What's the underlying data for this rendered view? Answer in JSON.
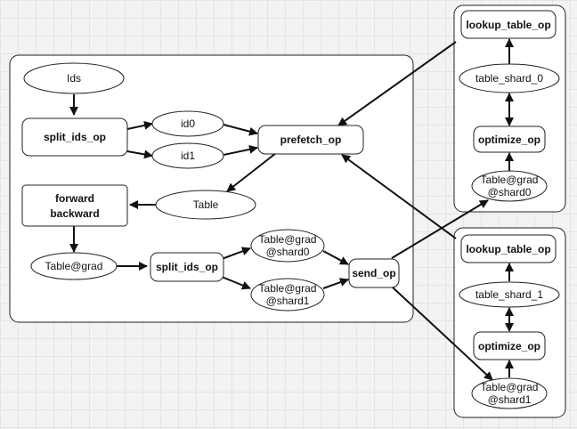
{
  "nodes": {
    "ids": "Ids",
    "split_ids_op_1": "split_ids_op",
    "id0": "id0",
    "id1": "id1",
    "prefetch_op": "prefetch_op",
    "forward": "forward",
    "backward": "backward",
    "table": "Table",
    "table_grad": "Table@grad",
    "split_ids_op_2": "split_ids_op",
    "grad_shard0_l1": "Table@grad",
    "grad_shard0_l2": "@shard0",
    "grad_shard1_l1": "Table@grad",
    "grad_shard1_l2": "@shard1",
    "send_op": "send_op",
    "pserver0": {
      "lookup": "lookup_table_op",
      "shard": "table_shard_0",
      "optimize": "optimize_op",
      "grad_l1": "Table@grad",
      "grad_l2": "@shard0"
    },
    "pserver1": {
      "lookup": "lookup_table_op",
      "shard": "table_shard_1",
      "optimize": "optimize_op",
      "grad_l1": "Table@grad",
      "grad_l2": "@shard1"
    }
  }
}
